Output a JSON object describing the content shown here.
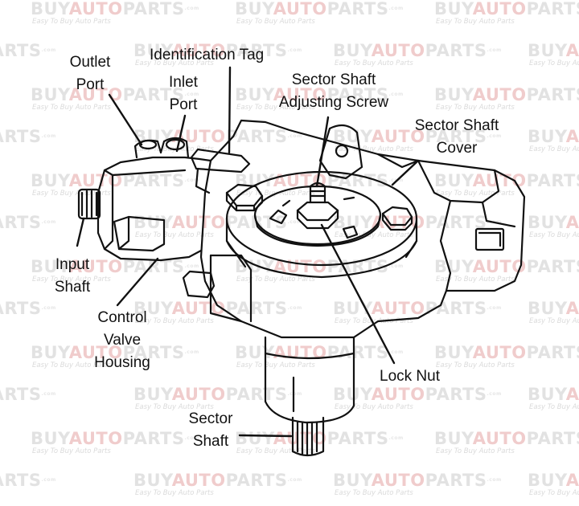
{
  "watermark": {
    "brand_buy": "BUY",
    "brand_auto": "AUTO",
    "brand_parts": "PARTS",
    "brand_suffix": ".com",
    "tagline": "Easy To Buy Auto Parts"
  },
  "labels": {
    "outlet_port": [
      "Outlet",
      "Port"
    ],
    "identification_tag": [
      "Identification Tag"
    ],
    "inlet_port": [
      "Inlet",
      "Port"
    ],
    "sector_shaft_adjusting_screw": [
      "Sector Shaft",
      "Adjusting Screw"
    ],
    "sector_shaft_cover": [
      "Sector Shaft",
      "Cover"
    ],
    "input_shaft": [
      "Input",
      "Shaft"
    ],
    "control_valve_housing": [
      "Control",
      "Valve",
      "Housing"
    ],
    "lock_nut": [
      "Lock Nut"
    ],
    "sector_shaft": [
      "Sector",
      "Shaft"
    ]
  },
  "colors": {
    "line": "#111111",
    "background": "#ffffff",
    "watermark_gray": "#e2e2e2",
    "watermark_red": "#f0cccc"
  }
}
